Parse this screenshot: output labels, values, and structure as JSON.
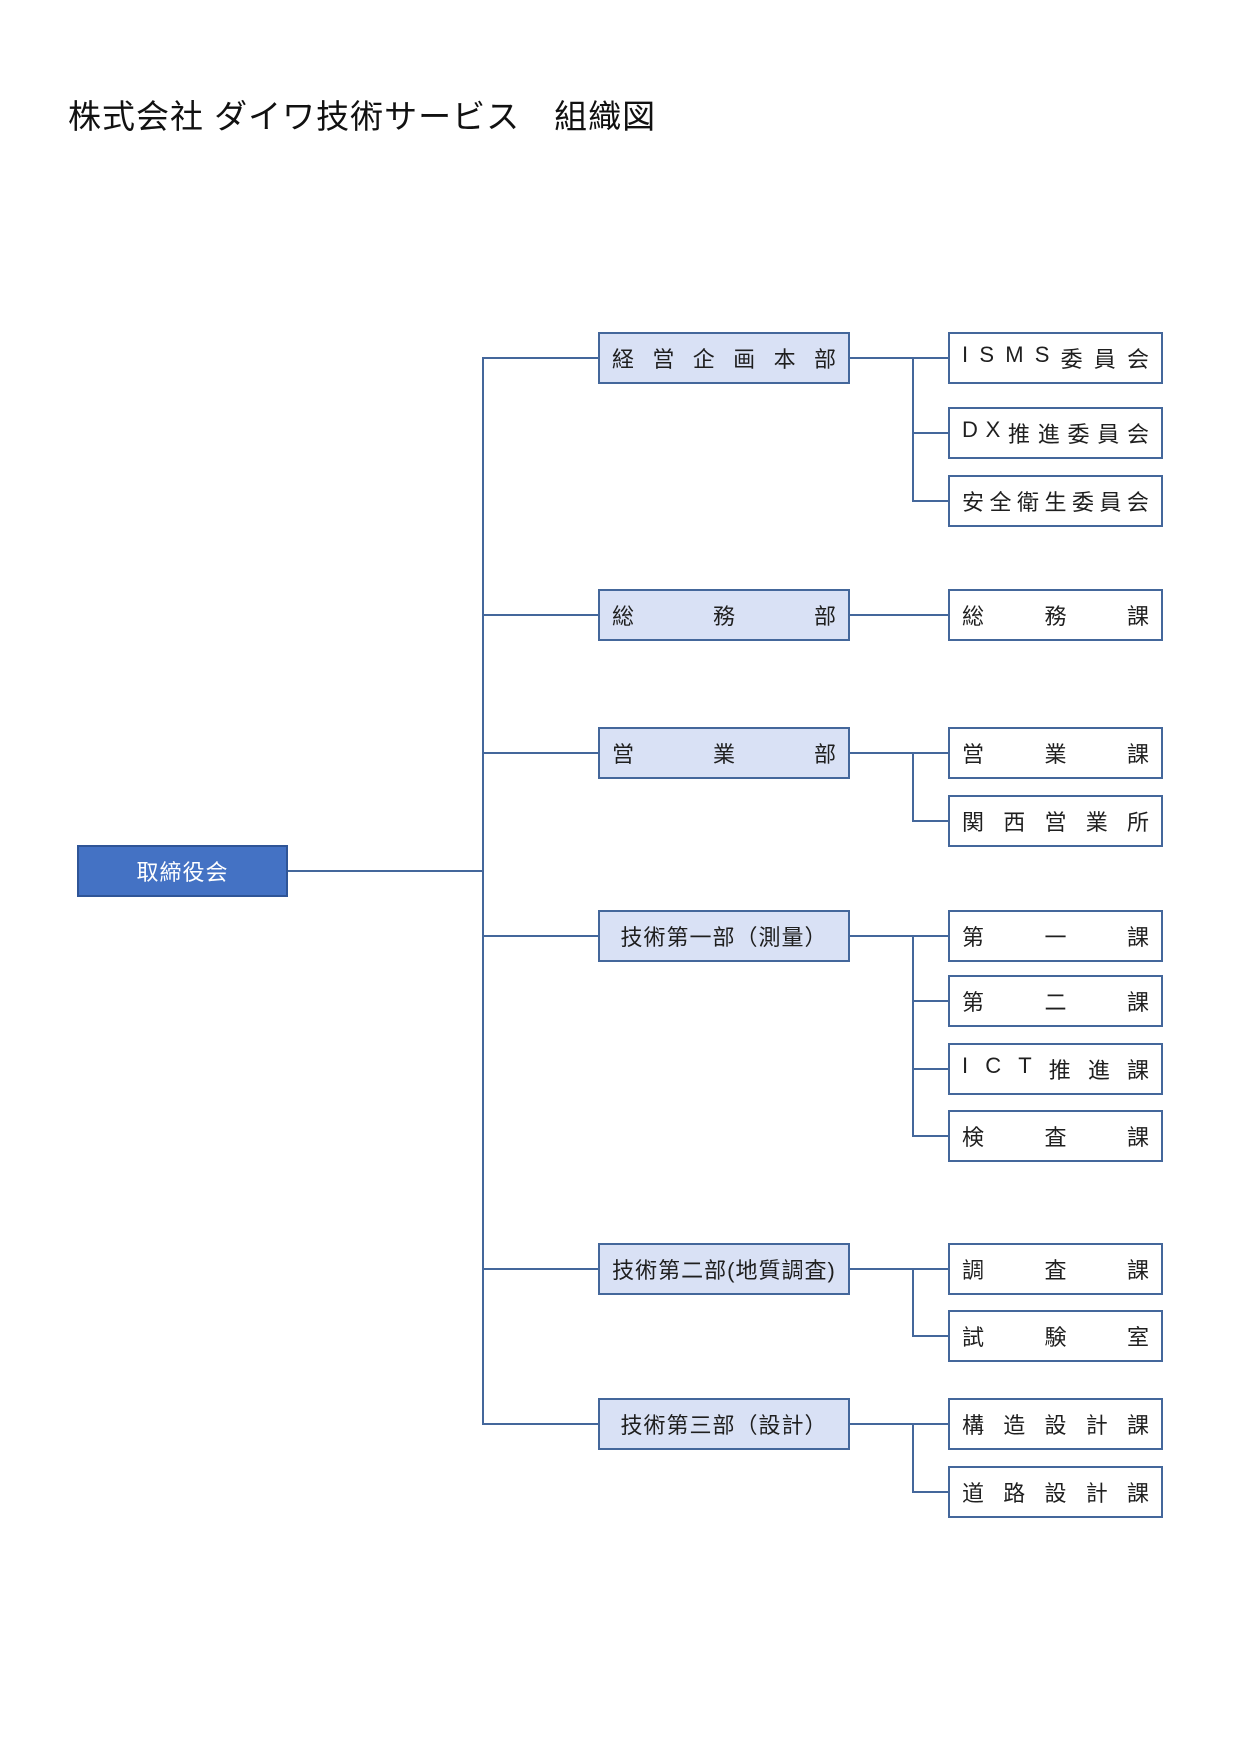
{
  "title": "株式会社 ダイワ技術サービス　組織図",
  "colors": {
    "board_fill": "#4472C4",
    "board_border": "#2F5597",
    "department_fill": "#D9E1F5",
    "line_and_border": "#44679B",
    "text": "#1F1F1F"
  },
  "board": {
    "label": "取締役会"
  },
  "departments": [
    {
      "label": "経営企画本部",
      "distribute": true,
      "children": [
        {
          "label": "ISMS 委員会",
          "distribute": true
        },
        {
          "label": "DX 推進委員会",
          "distribute": true
        },
        {
          "label": "安全衛生委員会",
          "distribute": true
        }
      ]
    },
    {
      "label": "総務部",
      "distribute": true,
      "children": [
        {
          "label": "総務課",
          "distribute": true
        }
      ]
    },
    {
      "label": "営業部",
      "distribute": true,
      "children": [
        {
          "label": "営業課",
          "distribute": true
        },
        {
          "label": "関西営業所",
          "distribute": true
        }
      ]
    },
    {
      "label": "技術第一部（測量）",
      "distribute": false,
      "children": [
        {
          "label": "第一課",
          "distribute": true
        },
        {
          "label": "第二課",
          "distribute": true
        },
        {
          "label": "ICT推進課",
          "distribute": true
        },
        {
          "label": "検査課",
          "distribute": true
        }
      ]
    },
    {
      "label": "技術第二部(地質調査)",
      "distribute": false,
      "children": [
        {
          "label": "調査課",
          "distribute": true
        },
        {
          "label": "試験室",
          "distribute": true
        }
      ]
    },
    {
      "label": "技術第三部（設計）",
      "distribute": false,
      "children": [
        {
          "label": "構造設計課",
          "distribute": true
        },
        {
          "label": "道路設計課",
          "distribute": true
        }
      ]
    }
  ]
}
